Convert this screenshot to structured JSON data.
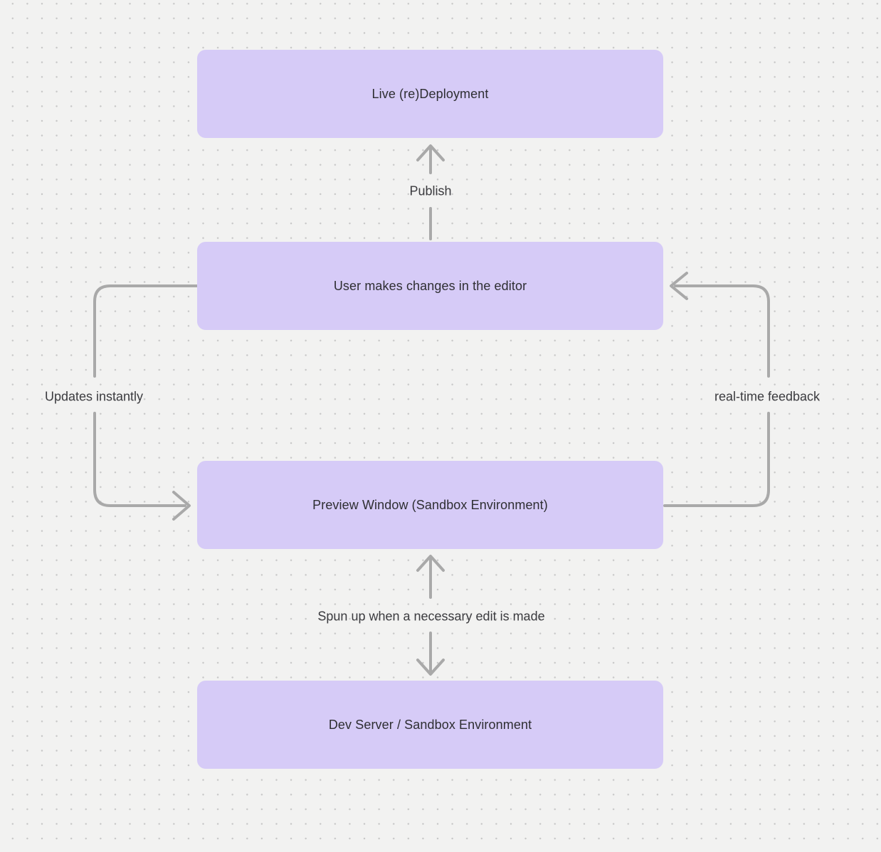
{
  "diagram": {
    "type": "flowchart",
    "nodes": [
      {
        "id": "live-deployment",
        "label": "Live (re)Deployment"
      },
      {
        "id": "editor-changes",
        "label": "User makes changes in the editor"
      },
      {
        "id": "preview-window",
        "label": "Preview Window (Sandbox Environment)"
      },
      {
        "id": "dev-server",
        "label": "Dev Server / Sandbox Environment"
      }
    ],
    "edges": [
      {
        "from": "editor-changes",
        "to": "live-deployment",
        "label": "Publish",
        "direction": "up"
      },
      {
        "from": "editor-changes",
        "to": "preview-window",
        "label": "Updates instantly",
        "direction": "down-left-loop"
      },
      {
        "from": "preview-window",
        "to": "editor-changes",
        "label": "real-time feedback",
        "direction": "up-right-loop"
      },
      {
        "from": "preview-window",
        "to": "dev-server",
        "label": "Spun up when a necessary edit is made",
        "direction": "bidirectional"
      }
    ],
    "colors": {
      "background": "#f2f2f1",
      "grid_dot": "#c7c7c7",
      "node_fill": "#d6cbf7",
      "node_text": "#2e2e32",
      "arrow": "#a9a9a9",
      "edge_label_text": "#3b3b3f"
    }
  }
}
